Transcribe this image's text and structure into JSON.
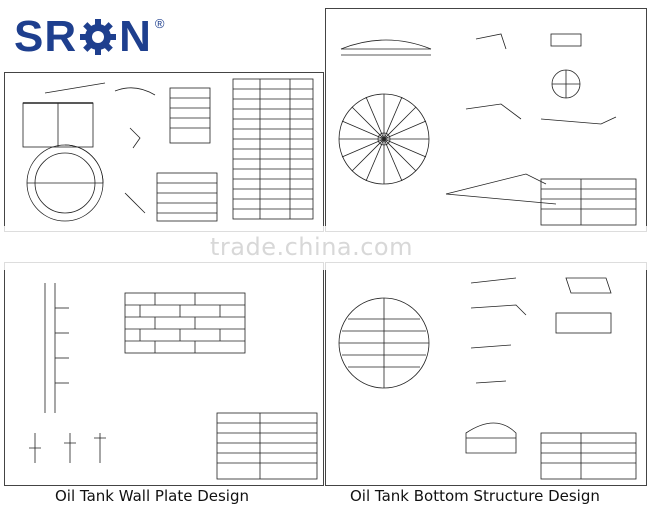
{
  "brand": {
    "name_part1": "SR",
    "name_part2": "N",
    "registered_mark": "®",
    "color": "#1e3f8e",
    "icon": "gear-icon"
  },
  "watermark": {
    "text": "trade.china.com"
  },
  "captions": {
    "left": "Oil Tank Wall Plate Design",
    "right": "Oil Tank Bottom Structure Design"
  }
}
